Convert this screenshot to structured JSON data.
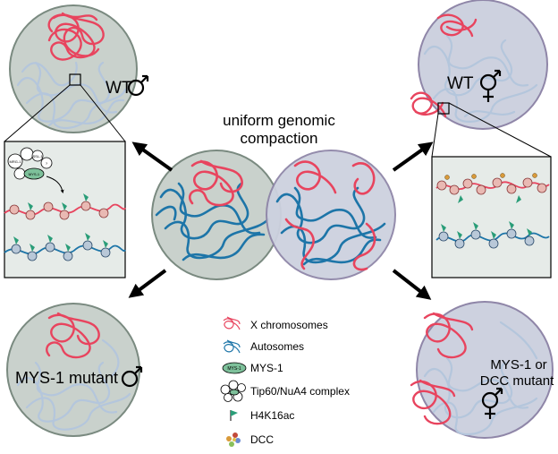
{
  "center_label_line1": "uniform genomic",
  "center_label_line2": "compaction",
  "panels": {
    "wt_male": {
      "label": "WT",
      "sex": "male"
    },
    "wt_herm": {
      "label": "WT",
      "sex": "hermaphrodite"
    },
    "mys1_mutant_male": {
      "label": "MYS-1 mutant",
      "sex": "male"
    },
    "mys1_dcc_mutant_herm": {
      "label_line1": "MYS-1 or",
      "label_line2": "DCC mutant",
      "sex": "hermaphrodite"
    }
  },
  "inset_complex_labels": {
    "mrg": "MRG-1",
    "ssl": "SSL-1",
    "mys": "MYS-1",
    "q": "?"
  },
  "legend": [
    {
      "label": "X chromosomes",
      "icon": "x-chromosome-icon"
    },
    {
      "label": "Autosomes",
      "icon": "autosome-icon"
    },
    {
      "label": "MYS-1",
      "icon": "mys1-oval-icon",
      "icon_text": "MYS-1"
    },
    {
      "label": "Tip60/NuA4 complex",
      "icon": "complex-icon"
    },
    {
      "label": "H4K16ac",
      "icon": "flag-icon"
    },
    {
      "label": "DCC",
      "icon": "dcc-icon"
    }
  ],
  "colors": {
    "x_chromosome": "#e8445e",
    "autosome": "#1d75a8",
    "autosome_faded": "#b4c6dc",
    "nucleus_male": "#c9d1cc",
    "nucleus_herm": "#cdd1df",
    "nucleus_male_border": "#7a8a80",
    "nucleus_herm_border": "#8f86a8",
    "mys1": "#7dc09a",
    "h4k16ac": "#2a9d78",
    "inset_bg": "#e6ebe8"
  }
}
